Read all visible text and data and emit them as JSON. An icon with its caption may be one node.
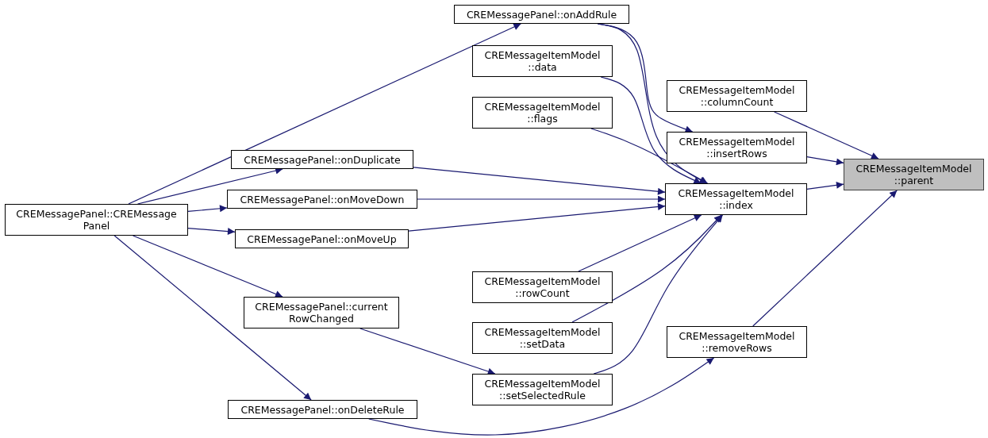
{
  "diagram": {
    "nodes": [
      {
        "text": [
          "CREMessageItemModel ::parent"
        ]
      },
      {
        "text": [
          "CREMessageItemModel ::columnCount"
        ]
      },
      {
        "text": [
          "CREMessageItemModel ::insertRows"
        ]
      },
      {
        "text": [
          "CREMessageItemModel ::index"
        ]
      },
      {
        "text": [
          "CREMessageItemModel ::removeRows"
        ]
      },
      {
        "text": [
          "CREMessagePanel::onAddRule"
        ]
      },
      {
        "text": [
          "CREMessageItemModel ::data"
        ]
      },
      {
        "text": [
          "CREMessageItemModel ::flags"
        ]
      },
      {
        "text": [
          "CREMessagePanel::onDuplicate"
        ]
      },
      {
        "text": [
          "CREMessagePanel::onMoveDown"
        ]
      },
      {
        "text": [
          "CREMessagePanel::onMoveUp"
        ]
      },
      {
        "text": [
          "CREMessageItemModel ::rowCount"
        ]
      },
      {
        "text": [
          "CREMessageItemModel ::setData"
        ]
      },
      {
        "text": [
          "CREMessageItemModel ::setSelectedRule"
        ]
      },
      {
        "text": [
          "CREMessagePanel::CREMessage Panel"
        ]
      },
      {
        "text": [
          "CREMessagePanel::current RowChanged"
        ]
      },
      {
        "text": [
          "CREMessagePanel::onDeleteRule"
        ]
      }
    ],
    "edges": [
      {
        "from": 1,
        "to": 0,
        "arrow": "to"
      },
      {
        "from": 2,
        "to": 0,
        "arrow": "to"
      },
      {
        "from": 3,
        "to": 0,
        "arrow": "to"
      },
      {
        "from": 4,
        "to": 0,
        "arrow": "to"
      },
      {
        "from": 5,
        "to": 2,
        "arrow": "to"
      },
      {
        "from": 5,
        "to": 3,
        "arrow": "to"
      },
      {
        "from": 6,
        "to": 3,
        "arrow": "to"
      },
      {
        "from": 7,
        "to": 3,
        "arrow": "to"
      },
      {
        "from": 8,
        "to": 3,
        "arrow": "to"
      },
      {
        "from": 9,
        "to": 3,
        "arrow": "to"
      },
      {
        "from": 10,
        "to": 3,
        "arrow": "to"
      },
      {
        "from": 11,
        "to": 3,
        "arrow": "to"
      },
      {
        "from": 12,
        "to": 3,
        "arrow": "to"
      },
      {
        "from": 13,
        "to": 3,
        "arrow": "to"
      },
      {
        "from": 14,
        "to": 5,
        "arrow": "to"
      },
      {
        "from": 14,
        "to": 8,
        "arrow": "to"
      },
      {
        "from": 14,
        "to": 9,
        "arrow": "to"
      },
      {
        "from": 14,
        "to": 10,
        "arrow": "to"
      },
      {
        "from": 14,
        "to": 15,
        "arrow": "to"
      },
      {
        "from": 14,
        "to": 16,
        "arrow": "to"
      },
      {
        "from": 15,
        "to": 13,
        "arrow": "to"
      },
      {
        "from": 16,
        "to": 4,
        "arrow": "to"
      }
    ]
  }
}
